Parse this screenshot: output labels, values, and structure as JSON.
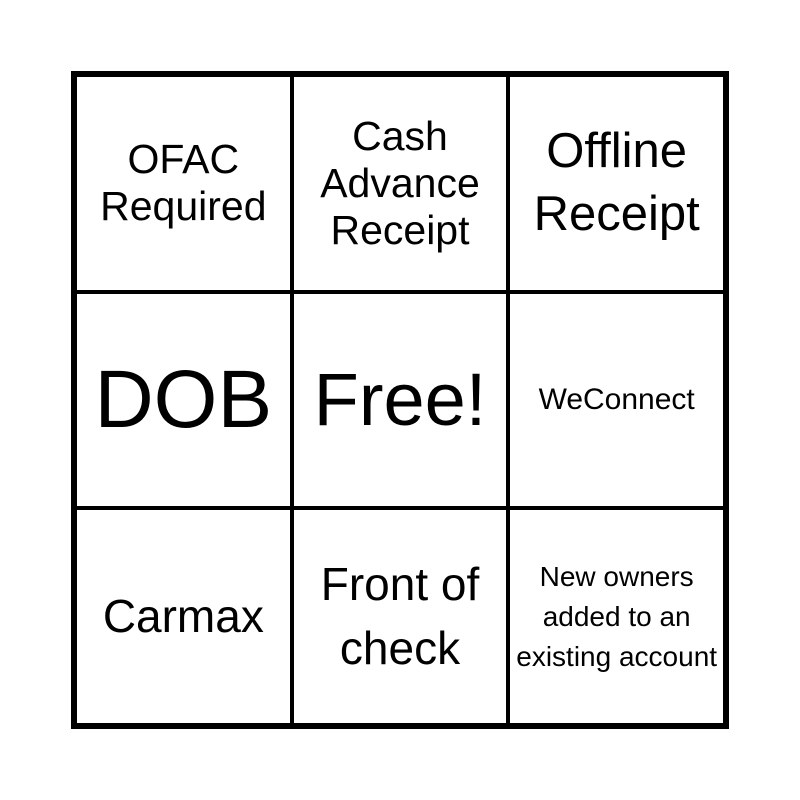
{
  "card": {
    "cells": [
      "OFAC Required",
      "Cash Advance Receipt",
      "Offline Receipt",
      "DOB",
      "Free!",
      "WeConnect",
      "Carmax",
      "Front of check",
      "New owners added to an existing account"
    ]
  }
}
